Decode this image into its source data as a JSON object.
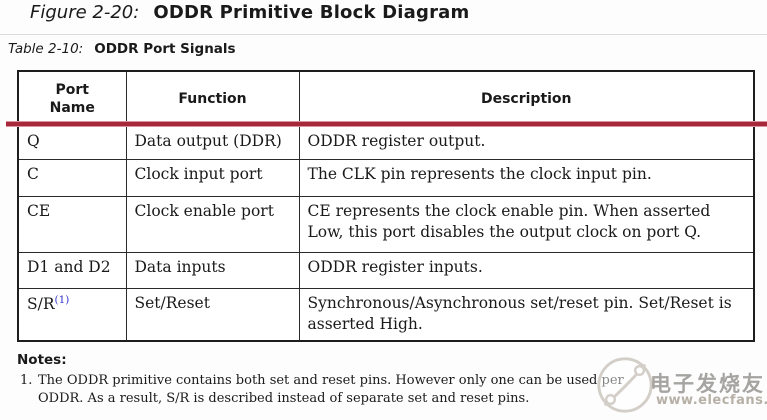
{
  "figure_caption": {
    "label": "Figure 2-20:",
    "title": "ODDR Primitive Block Diagram"
  },
  "table_caption": {
    "label": "Table 2-10:",
    "title": "ODDR Port Signals"
  },
  "table": {
    "headers": [
      "Port Name",
      "Function",
      "Description"
    ],
    "rows": [
      {
        "port": "Q",
        "function": "Data output (DDR)",
        "description": "ODDR register output."
      },
      {
        "port": "C",
        "function": "Clock input port",
        "description": "The CLK pin represents the clock input pin."
      },
      {
        "port": "CE",
        "function": "Clock enable port",
        "description": "CE represents the clock enable pin. When asserted Low, this port disables the output clock on port Q."
      },
      {
        "port": "D1 and D2",
        "function": "Data inputs",
        "description": "ODDR register inputs."
      },
      {
        "port": "S/R",
        "port_footnote": "(1)",
        "function": "Set/Reset",
        "description": "Synchronous/Asynchronous set/reset pin. Set/Reset is asserted High."
      }
    ]
  },
  "notes": {
    "heading": "Notes:",
    "items": [
      {
        "number": "1.",
        "text": "The ODDR primitive contains both set and reset pins. However only one can be used per ODDR. As a result, S/R is described instead of separate set and reset pins."
      }
    ]
  },
  "watermark": {
    "cjk_text": "电子发烧友",
    "url_text": "www.elecfans.com"
  },
  "colors": {
    "header_rule": "#a5293a",
    "footnote_link": "#3333cc",
    "text": "#1a1a1a",
    "watermark_gray": "#b7b0a6"
  }
}
